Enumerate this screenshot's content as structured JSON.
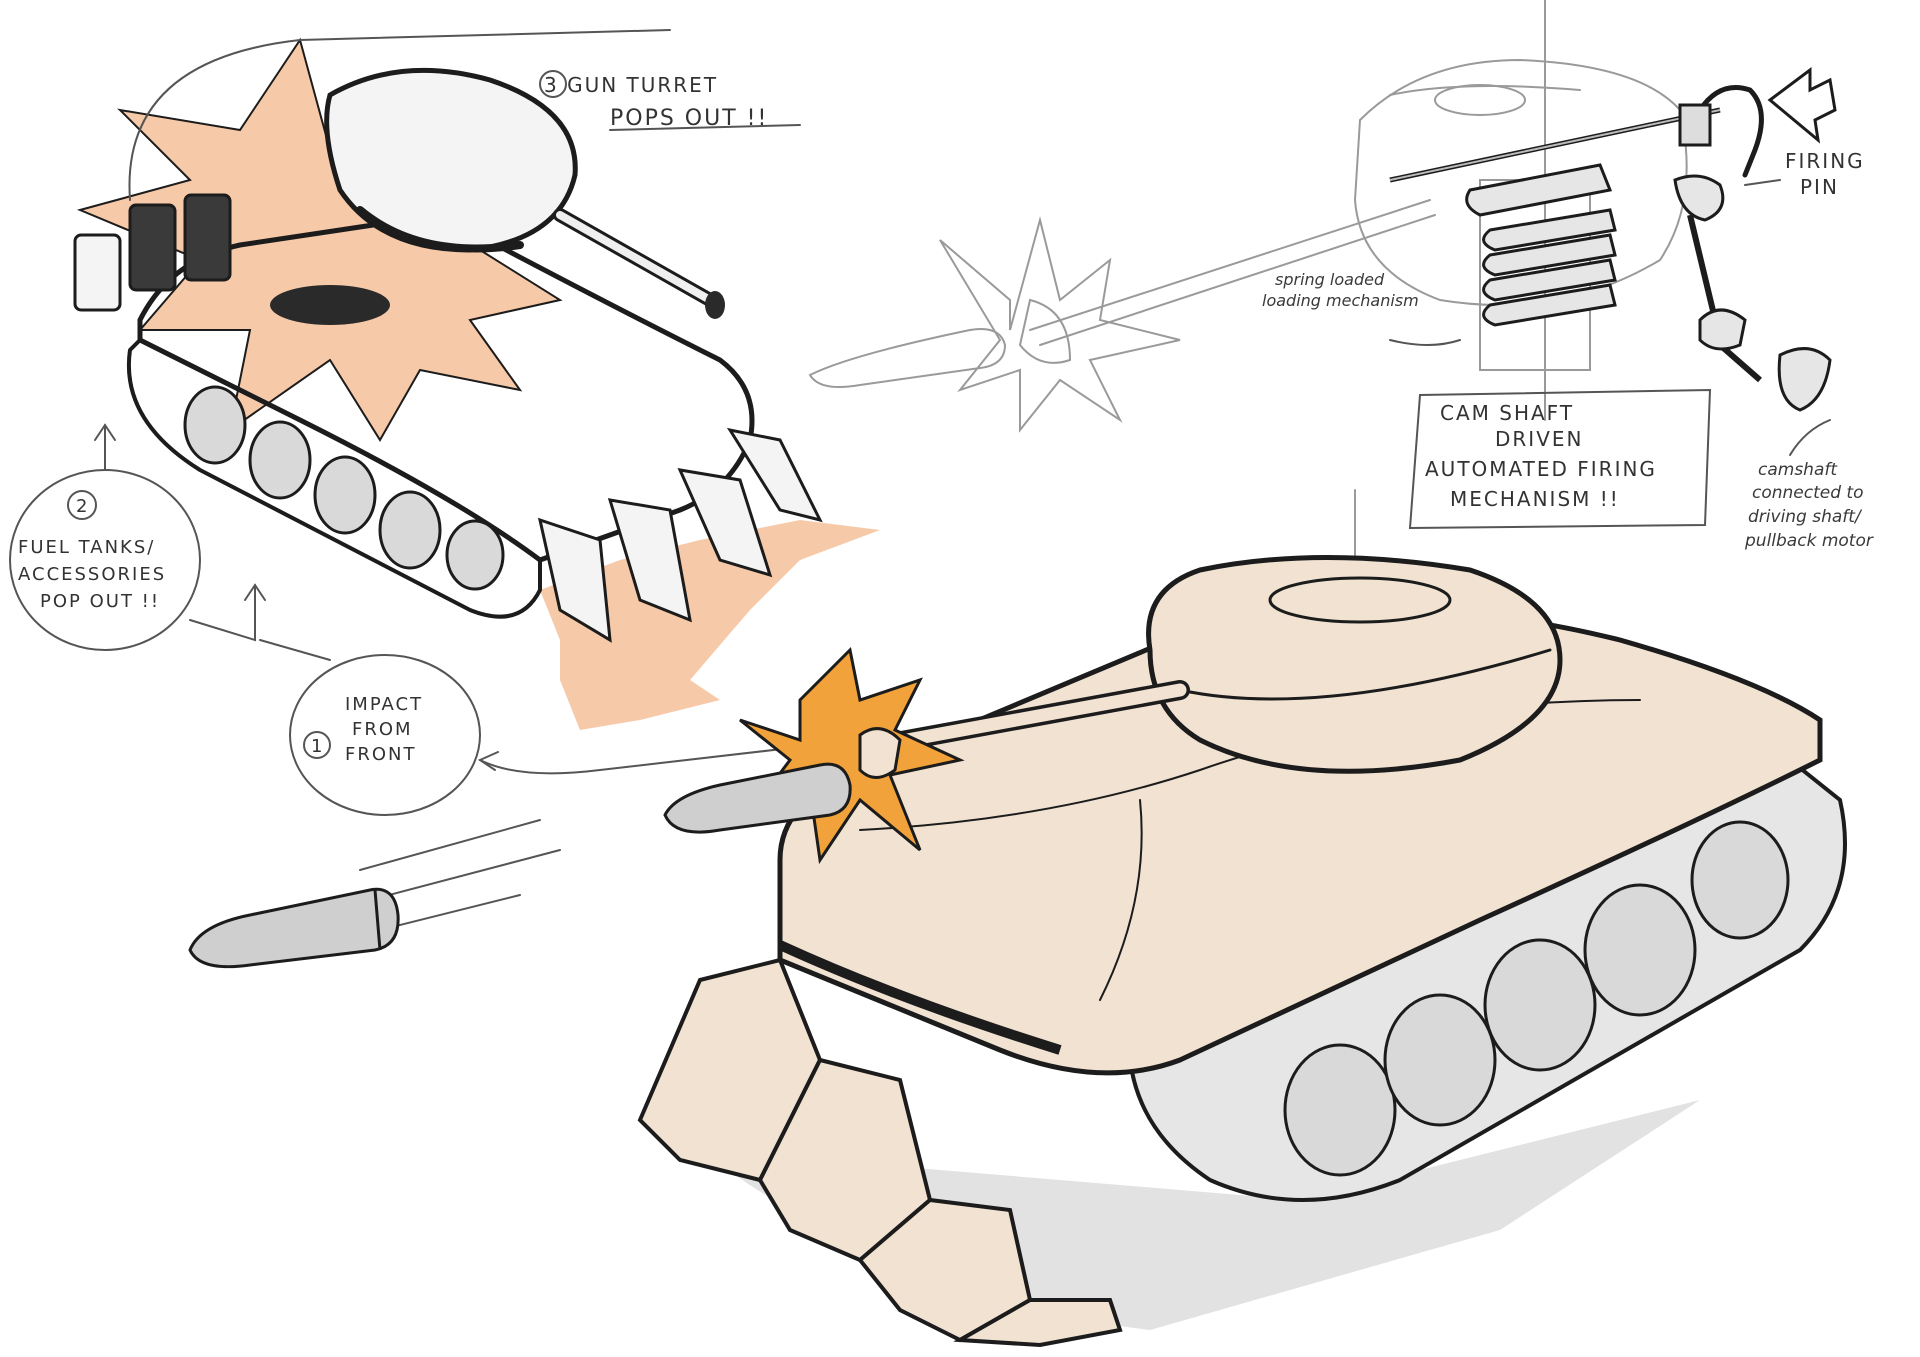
{
  "annotations": {
    "gun_turret": [
      "3 GUN TURRET",
      "POPS OUT !!"
    ],
    "fuel_tanks": [
      "FUEL TANKS/",
      "ACCESSORIES",
      "POP OUT !!"
    ],
    "fuel_tanks_number": "2",
    "impact": [
      "IMPACT",
      "FROM",
      "FRONT"
    ],
    "impact_number": "1",
    "firing_pin": [
      "FIRING",
      "PIN"
    ],
    "spring_loaded": [
      "spring loaded",
      "loading mechanism"
    ],
    "camshaft_box": [
      "CAM SHAFT",
      "DRIVEN",
      "AUTOMATED FIRING",
      "MECHANISM !!"
    ],
    "camshaft_note": [
      "camshaft",
      "connected to",
      "driving shaft/",
      "pullback motor"
    ]
  },
  "colors": {
    "ink": "#1c1c1c",
    "body_fill": "#f1e2d2",
    "burst_fill": "#f6c9a8",
    "flash_fill": "#f2a23a",
    "wheel_fill": "#d9d9d9",
    "shell_fill": "#cfcfcf"
  }
}
